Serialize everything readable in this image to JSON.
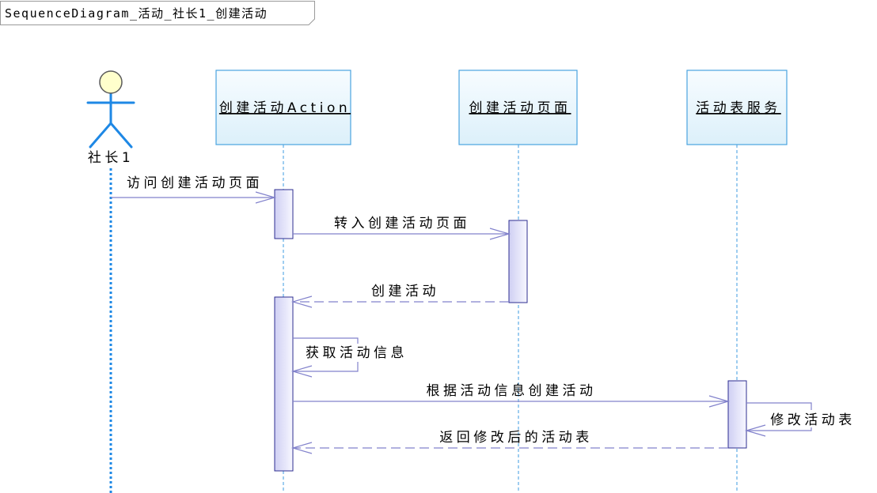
{
  "diagram": {
    "title": "SequenceDiagram_活动_社长1_创建活动",
    "actor": {
      "name": "社长1",
      "icon": "actor-icon"
    },
    "lifelines": [
      {
        "name": "创建活动Action"
      },
      {
        "name": "创建活动页面"
      },
      {
        "name": "活动表服务"
      }
    ],
    "messages": [
      {
        "label": "访问创建活动页面"
      },
      {
        "label": "转入创建活动页面"
      },
      {
        "label": "创建活动"
      },
      {
        "label": "获取活动信息"
      },
      {
        "label": "根据活动信息创建活动"
      },
      {
        "label": "修改活动表"
      },
      {
        "label": "返回修改后的活动表"
      }
    ]
  },
  "colors": {
    "frame_border": "#9a9a9a",
    "actor_line": "#1e88e5",
    "actor_head_fill": "#ffffcc",
    "actor_head_border": "#5a5a5a",
    "lifeline_box_border": "#4aa3df",
    "lifeline_box_fill_top": "#f7fcff",
    "lifeline_box_fill_bottom": "#dcf0fa",
    "lifeline_dash": "#3d9be0",
    "activation_border": "#2e2e90",
    "activation_fill_left": "#cfcff3",
    "activation_fill_right": "#f7f7ff",
    "message_line": "#8282cc",
    "text": "#000000"
  }
}
